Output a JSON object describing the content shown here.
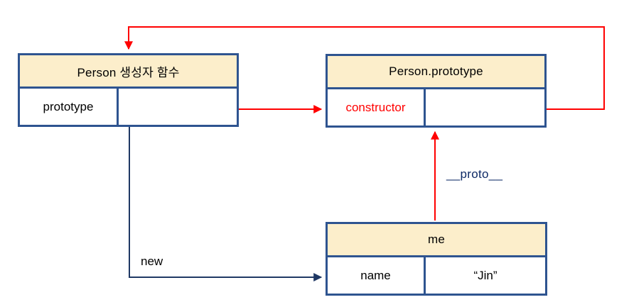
{
  "diagram": {
    "title": "JavaScript prototype relationship diagram",
    "colors": {
      "box_border": "#2e5490",
      "box_header_fill": "#fceecb",
      "red_arrow": "#ff0000",
      "navy_arrow": "#1f3864",
      "constructor_text": "#ff0000",
      "proto_label_text": "#0e2a66"
    },
    "boxes": [
      {
        "id": "person",
        "header": "Person 생성자 함수",
        "rows": [
          {
            "key": "prototype",
            "value": ""
          }
        ]
      },
      {
        "id": "prototype",
        "header": "Person.prototype",
        "rows": [
          {
            "key": "constructor",
            "value": ""
          }
        ]
      },
      {
        "id": "me",
        "header": "me",
        "rows": [
          {
            "key": "name",
            "value": "“Jin”"
          }
        ]
      }
    ],
    "edges": [
      {
        "id": "prototype-to-proto-object",
        "label": "",
        "from": "person.prototype",
        "to": "prototype-box",
        "color": "#ff0000"
      },
      {
        "id": "constructor-to-person",
        "label": "",
        "from": "prototype.constructor",
        "to": "person-box",
        "color": "#ff0000"
      },
      {
        "id": "proto-link",
        "label": "__proto__",
        "from": "me",
        "to": "prototype-box",
        "color": "#ff0000"
      },
      {
        "id": "new-instance",
        "label": "new",
        "from": "person-box",
        "to": "me-box",
        "color": "#1f3864"
      }
    ]
  }
}
